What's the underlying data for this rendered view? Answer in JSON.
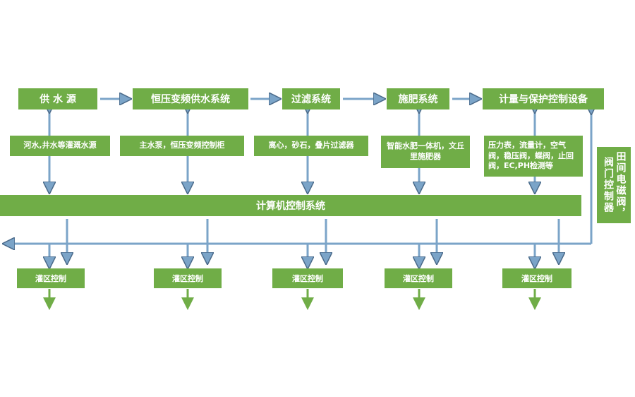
{
  "top_row": [
    "供 水 源",
    "恒压变频供水系统",
    "过滤系统",
    "施肥系统",
    "计量与保护控制设备"
  ],
  "sub_row": [
    "河水,井水等灌溉水源",
    "主水泵，恒压变频控制柜",
    "离心，砂石，叠片过滤器",
    "智能水肥一体机，文丘里施肥器",
    "压力表，流量计，空气阀，稳压阀，蝶阀，止回阀，EC,PH检测等"
  ],
  "control_system": "计算机控制系统",
  "valve_controller": "田间电磁阀，阀门控制器",
  "zone_controls": [
    "灌区控制",
    "灌区控制",
    "灌区控制",
    "灌区控制",
    "灌区控制"
  ],
  "colors": {
    "box": "#70ad47",
    "text": "#ffffff",
    "arrow": "#7ba4c8",
    "arrow_border": "#4a6a8a"
  }
}
